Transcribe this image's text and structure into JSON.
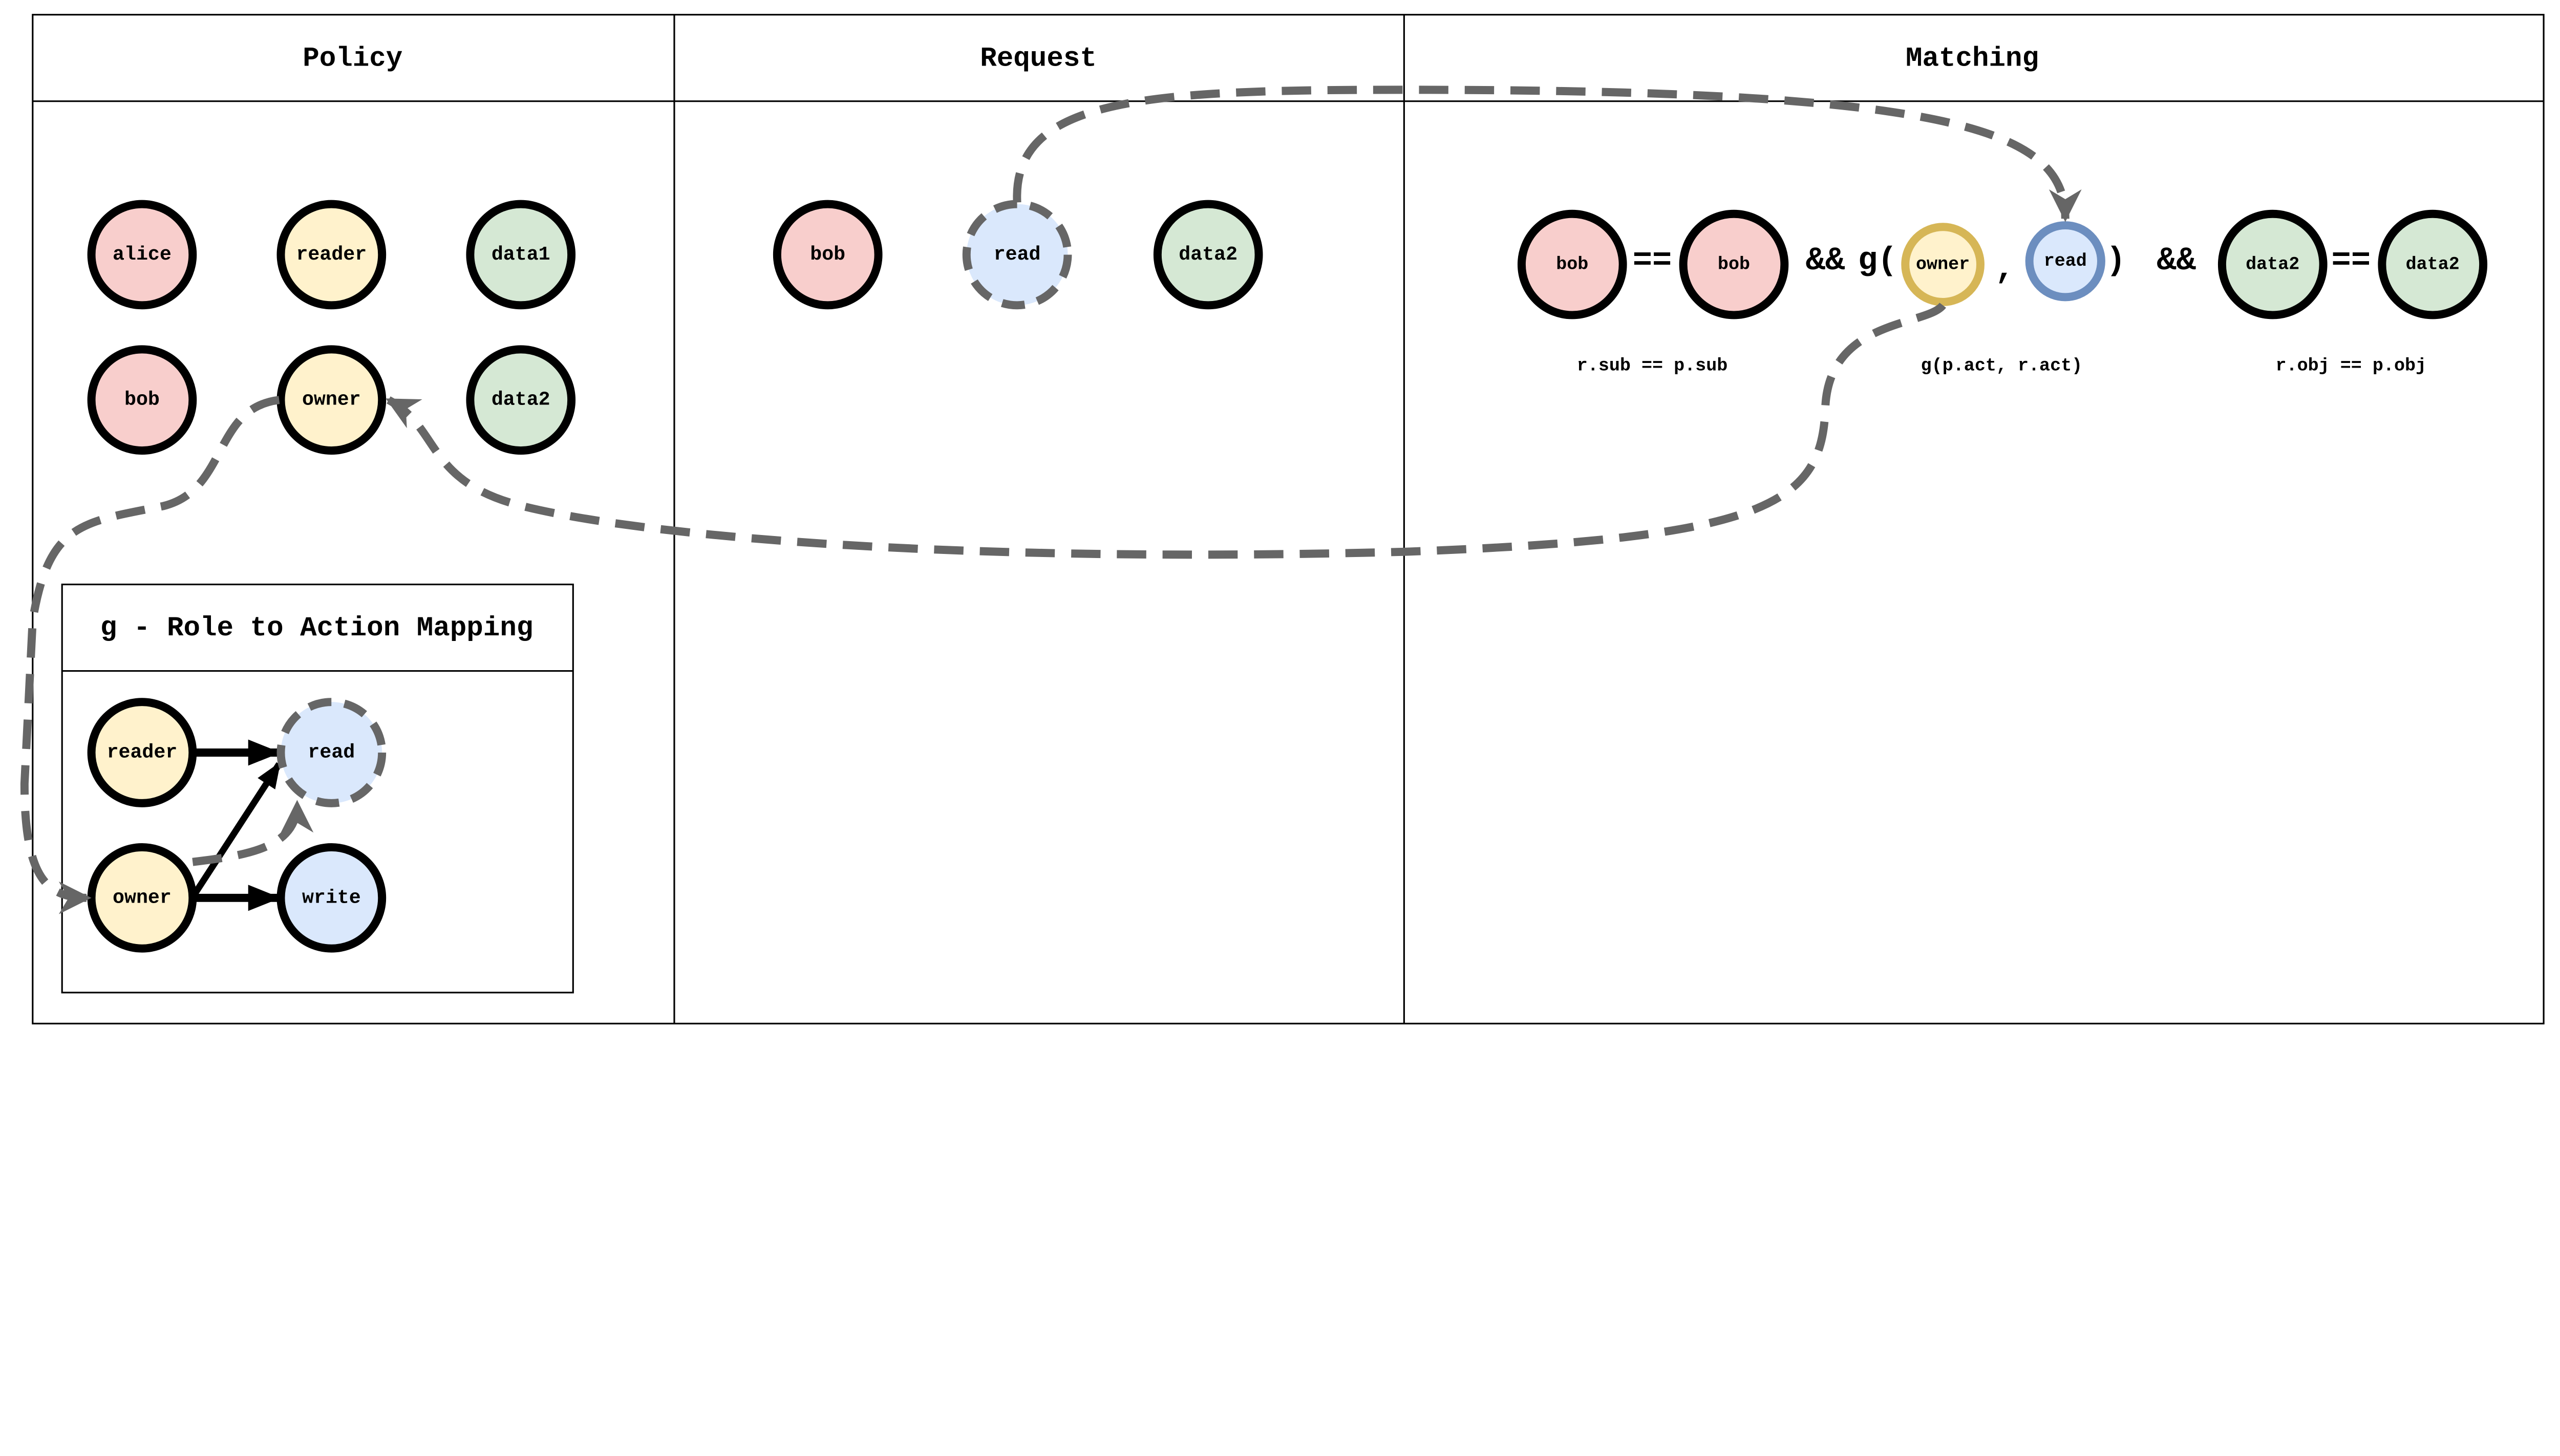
{
  "colors": {
    "subject": "#f8cecc",
    "role": "#fff2cc",
    "object": "#d5e8d4",
    "action": "#dae8fc",
    "dashed": "#666666",
    "gold": "#d6b656",
    "blue": "#6c8ebf"
  },
  "columns": {
    "policy": "Policy",
    "request": "Request",
    "matching": "Matching"
  },
  "policy": {
    "row1": [
      "alice",
      "reader",
      "data1"
    ],
    "row2": [
      "bob",
      "owner",
      "data2"
    ]
  },
  "request": {
    "sub": "bob",
    "act": "read",
    "obj": "data2"
  },
  "matching": {
    "r_sub": "bob",
    "eq1": "==",
    "p_sub": "bob",
    "and1": "&&",
    "g_open": "g(",
    "p_act": "owner",
    "comma": ",",
    "r_act": "read",
    "g_close": ")",
    "and2": "&&",
    "r_obj": "data2",
    "eq2": "==",
    "p_obj": "data2",
    "caption_sub": "r.sub == p.sub",
    "caption_act": "g(p.act, r.act)",
    "caption_obj": "r.obj == p.obj"
  },
  "mapping": {
    "title": "g - Role to Action Mapping",
    "reader": "reader",
    "owner": "owner",
    "read": "read",
    "write": "write"
  }
}
